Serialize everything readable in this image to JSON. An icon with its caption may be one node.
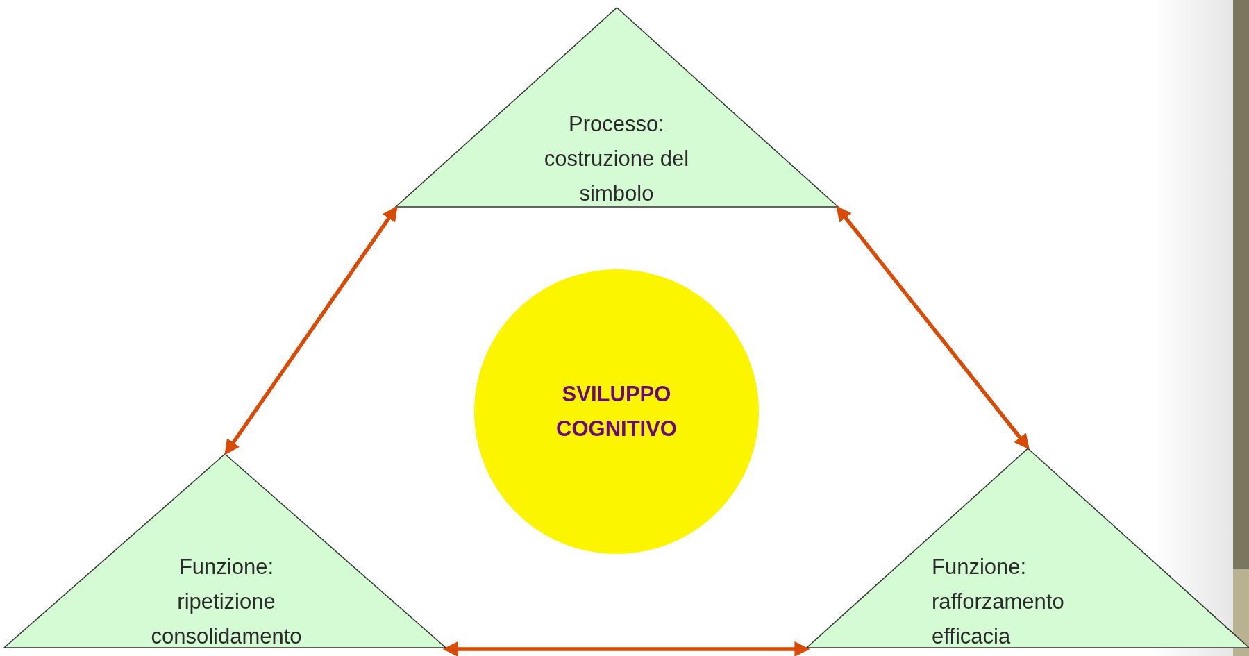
{
  "diagram": {
    "nodes": [
      {
        "text": [
          "Processo: costruzione del simbolo"
        ]
      },
      {
        "text": [
          "SVILUPPO COGNITIVO"
        ]
      },
      {
        "text": [
          "Funzione: ripetizione consolidamento"
        ]
      },
      {
        "text": [
          "Funzione: rafforzamento efficacia"
        ]
      }
    ],
    "edges": [
      {
        "from": 0,
        "to": 2,
        "arrow": "both"
      },
      {
        "from": 0,
        "to": 3,
        "arrow": "both"
      },
      {
        "from": 2,
        "to": 3,
        "arrow": "both"
      }
    ]
  }
}
